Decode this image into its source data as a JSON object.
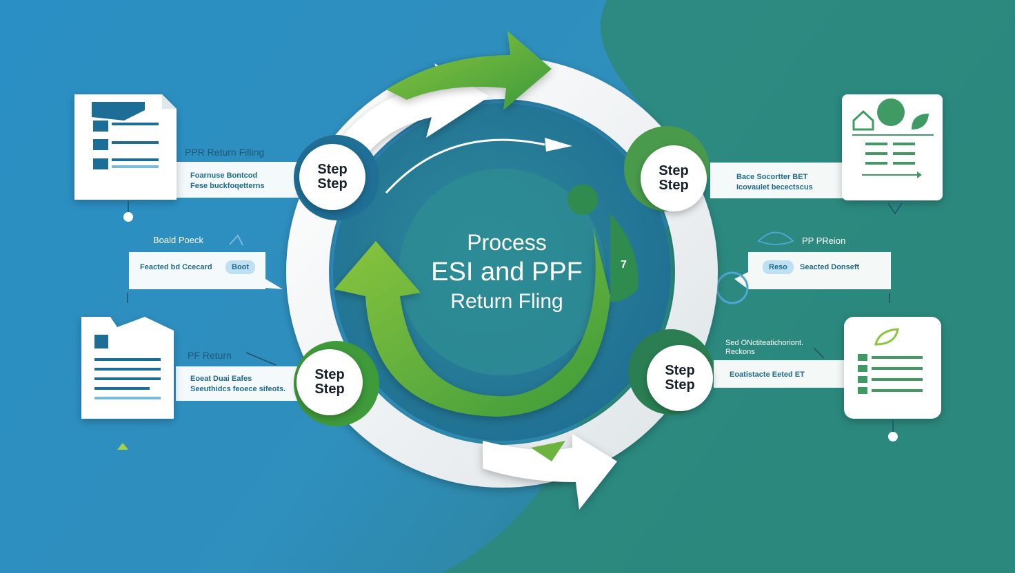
{
  "center": {
    "line1": "Process",
    "line2": "ESI and PPF",
    "line3": "Return Fling",
    "marker": "7"
  },
  "steps": {
    "top_left": {
      "line1": "Step",
      "line2": "Step"
    },
    "top_right": {
      "line1": "Step",
      "line2": "Step"
    },
    "bottom_left": {
      "line1": "Step",
      "line2": "Step"
    },
    "bottom_right": {
      "line1": "Step",
      "line2": "Step"
    }
  },
  "left": {
    "card1_label": "PPR Return Filling",
    "card1_desc1": "Foarnuse Bontcod",
    "card1_desc2": "Fese buckfoqetterns",
    "mid_label": "Boald Poeck",
    "mid_desc": "Feacted bd Ccecard",
    "mid_tag": "Boot",
    "card2_label": "PF Return",
    "card2_desc1": "Eoeat Duai Eafes",
    "card2_desc2": "Seeuthidcs feoece sifeots."
  },
  "right": {
    "card1_desc1": "Bace Socortter BET",
    "card1_desc2": "Icovaulet becectscus",
    "mid_label": "PP PReion",
    "mid_tag": "Reso",
    "mid_desc": "Seacted Donseft",
    "card2_label1": "Sed ONctiteatichoriont.",
    "card2_label2": "Reckons",
    "card2_desc": "Eoatistacte Eeted ET"
  },
  "colors": {
    "bg_blue": "#2f8fc0",
    "bg_teal": "#2c8a7a",
    "green": "#6db33f",
    "dark_green": "#2f8b4e",
    "ring": "#eef2f4",
    "card": "#ffffff",
    "doc_blue": "#1d6e96",
    "doc_green": "#3f9a63"
  }
}
